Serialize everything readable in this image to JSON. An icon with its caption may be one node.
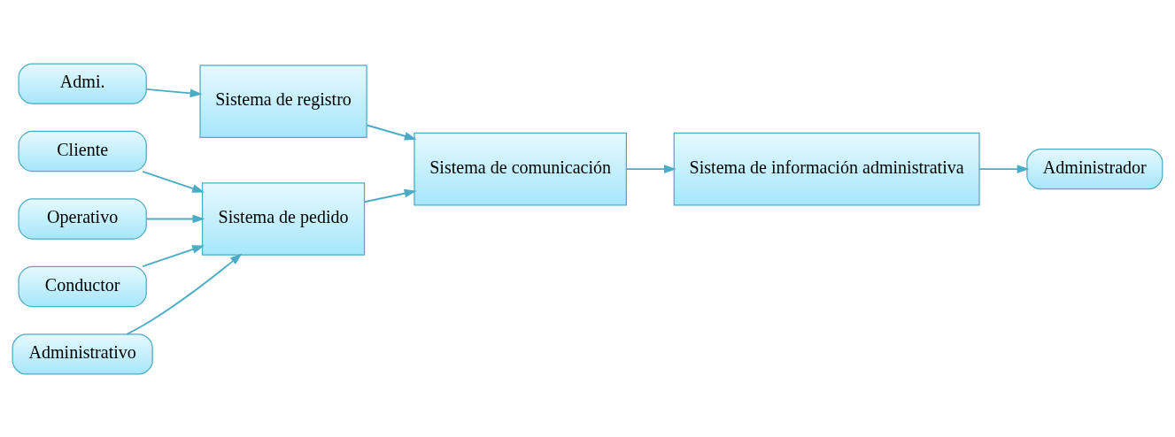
{
  "diagram": {
    "nodes": [
      {
        "text": [
          "Admi."
        ]
      },
      {
        "text": [
          "Sistema de registro"
        ]
      },
      {
        "text": [
          "Sistema de comunicación"
        ]
      },
      {
        "text": [
          "Sistema de información administrativa"
        ]
      },
      {
        "text": [
          "Administrador"
        ]
      },
      {
        "text": [
          "Cliente"
        ]
      },
      {
        "text": [
          "Operativo"
        ]
      },
      {
        "text": [
          "Sistema de pedido"
        ]
      },
      {
        "text": [
          "Conductor"
        ]
      },
      {
        "text": [
          "Administrativo"
        ]
      }
    ],
    "edges": [
      {
        "from": 0,
        "to": 1,
        "arrow": "to"
      },
      {
        "from": 1,
        "to": 2,
        "arrow": "to"
      },
      {
        "from": 2,
        "to": 3,
        "arrow": "to"
      },
      {
        "from": 3,
        "to": 4,
        "arrow": "to"
      },
      {
        "from": 5,
        "to": 7,
        "arrow": "to"
      },
      {
        "from": 6,
        "to": 7,
        "arrow": "to"
      },
      {
        "from": 8,
        "to": 7,
        "arrow": "to"
      },
      {
        "from": 9,
        "to": 7,
        "arrow": "to"
      },
      {
        "from": 7,
        "to": 2,
        "arrow": "to"
      }
    ]
  }
}
